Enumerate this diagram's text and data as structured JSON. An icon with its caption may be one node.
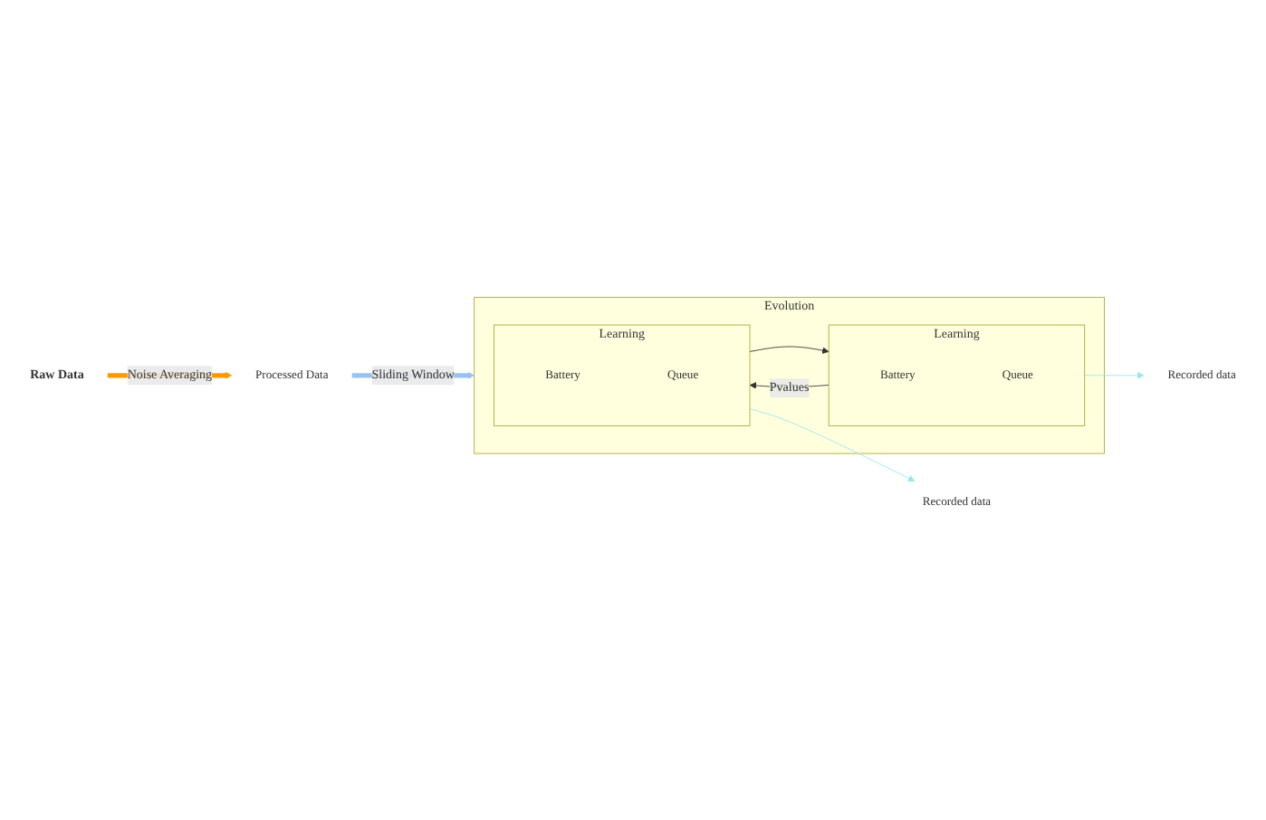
{
  "diagram": {
    "nodes": [
      {
        "text": [
          "Evolution"
        ]
      },
      {
        "text": [
          "Learning"
        ],
        "in": 0
      },
      {
        "text": [
          "Battery"
        ],
        "in": 1
      },
      {
        "text": [
          "Queue"
        ],
        "in": 1
      },
      {
        "text": [
          "Learning"
        ],
        "in": 0
      },
      {
        "text": [
          "Battery"
        ],
        "in": 4
      },
      {
        "text": [
          "Queue"
        ],
        "in": 4
      },
      {
        "text": [
          "Recorded data"
        ]
      },
      {
        "text": [
          "Recorded data"
        ]
      },
      {
        "text": [
          "Processed Data"
        ]
      },
      {
        "text": [
          "Raw Data"
        ]
      }
    ],
    "edges": [
      {
        "from": 1,
        "to": 4,
        "arrow": "to",
        "label": "Pvalues"
      },
      {
        "from": 4,
        "to": 1,
        "arrow": "to"
      },
      {
        "from": 1,
        "to": 7,
        "arrow": "to",
        "color": "#99e6f0"
      },
      {
        "from": 4,
        "to": 8,
        "arrow": "to",
        "color": "#99e6f0"
      },
      {
        "from": 9,
        "to": 0,
        "arrow": "to",
        "label": "Sliding Window",
        "style": "thick",
        "color": "#99c2f0"
      },
      {
        "from": 10,
        "to": 9,
        "arrow": "to",
        "label": "Noise Averaging",
        "style": "thick",
        "color": "#ff9900"
      }
    ]
  }
}
